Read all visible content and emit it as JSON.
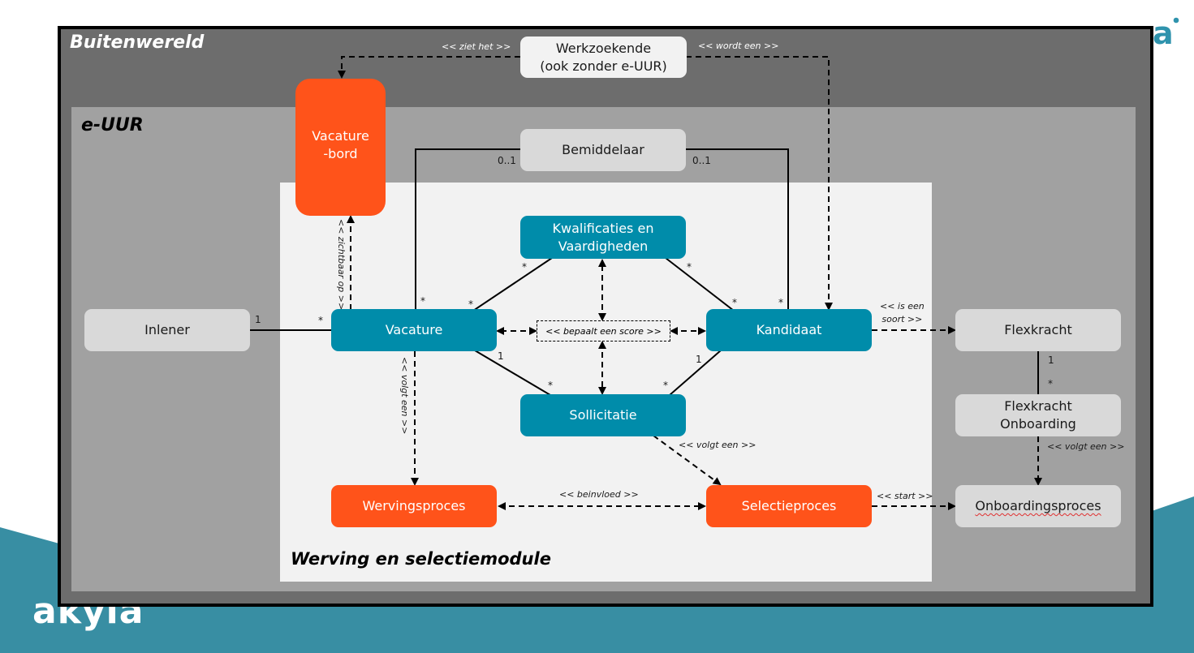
{
  "branding": {
    "logo_small_glyph": "a",
    "logo_text": "akyla",
    "brand_color": "#388ea3"
  },
  "zones": {
    "outer": "Buitenwereld",
    "euur": "e-UUR",
    "module": "Werving en selectiemodule"
  },
  "nodes": {
    "werkzoekende": "Werkzoekende\n(ook zonder e-UUR)",
    "vacaturebord": "Vacature\n-bord",
    "bemiddelaar": "Bemiddelaar",
    "kwalificaties": "Kwalificaties en\nVaardigheden",
    "inlener": "Inlener",
    "vacature": "Vacature",
    "kandidaat": "Kandidaat",
    "flexkracht": "Flexkracht",
    "sollicitatie": "Sollicitatie",
    "flexkracht_onboarding": "Flexkracht\nOnboarding",
    "wervingsproces": "Wervingsproces",
    "selectieproces": "Selectieproces",
    "onboardingsproces": "Onboardingsproces"
  },
  "relations": {
    "ziet_het": "<< ziet het >>",
    "wordt_een": "<< wordt een >>",
    "zichtbaar_op": "<< zichtbaar op >>",
    "bepaalt_score": "<< bepaalt een score >>",
    "is_een_soort": "<< is een\nsoort >>",
    "volgt_een_vacature": "<< volgt een >>",
    "volgt_een_sollicitatie": "<< volgt een >>",
    "volgt_een_flex": "<< volgt een >>",
    "beinvloed": "<< beinvloed >>",
    "start": "<< start >>"
  },
  "multiplicities": {
    "bem_left": "0..1",
    "bem_right": "0..1",
    "inlener_1": "1",
    "vacature_star_inlener": "*",
    "vacature_star_bem": "*",
    "vacature_star_kwal": "*",
    "kwal_star_left": "*",
    "kwal_star_right": "*",
    "kandidaat_star_kwal": "*",
    "kandidaat_star_bem": "*",
    "vacature_1_soll": "1",
    "kandidaat_1_soll": "1",
    "soll_star_left": "*",
    "soll_star_right": "*",
    "flex_1": "1",
    "flexonb_star": "*"
  }
}
